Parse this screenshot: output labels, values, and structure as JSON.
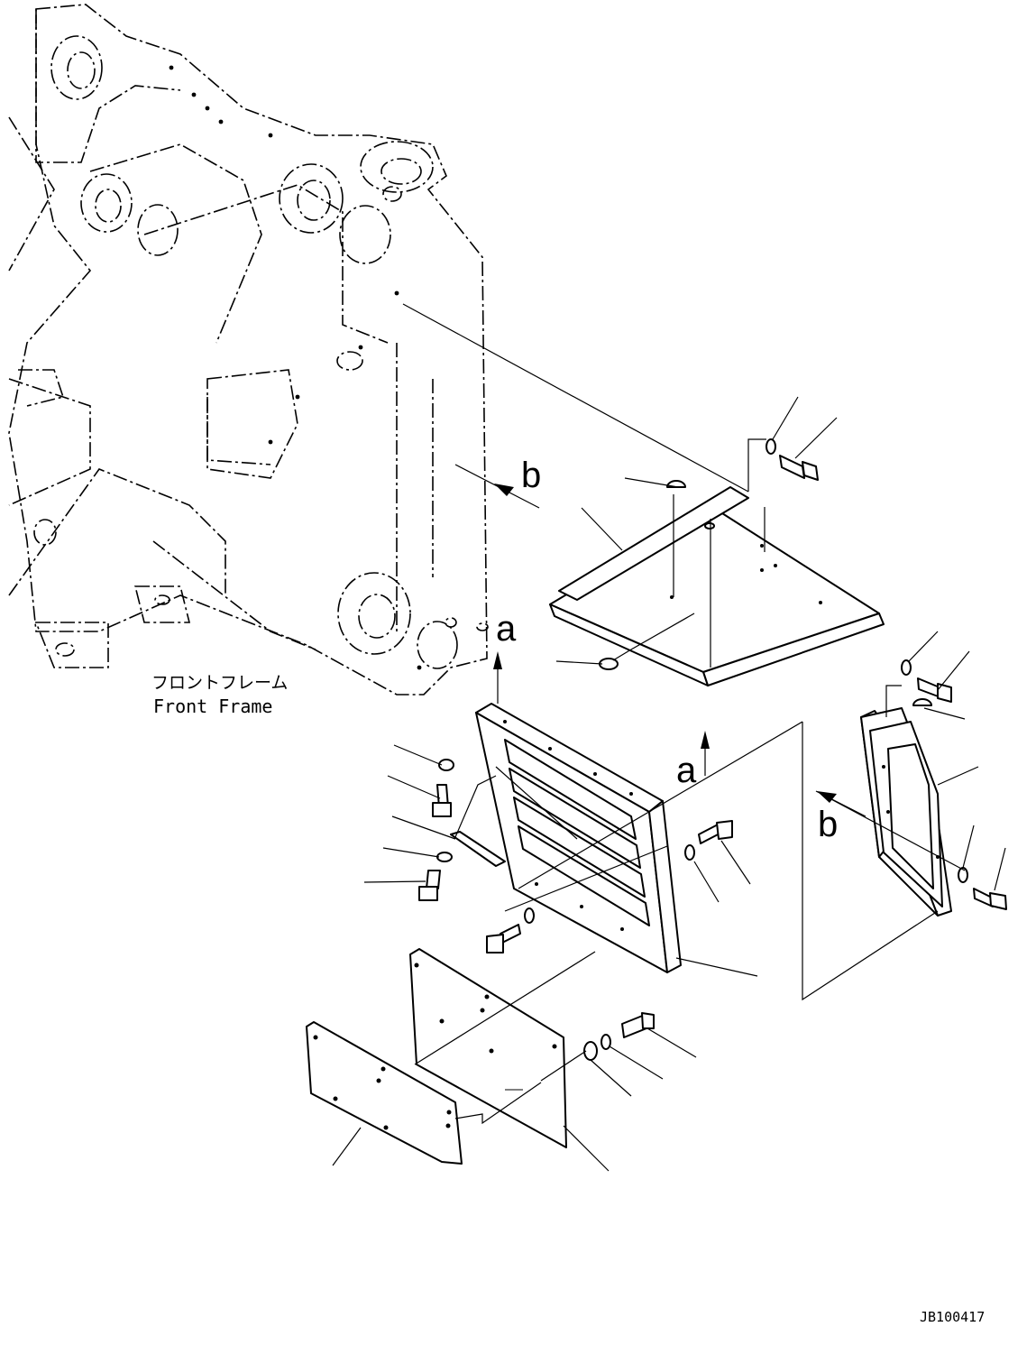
{
  "labels": {
    "frame_jp": "フロントフレーム",
    "frame_en": "Front Frame",
    "drawing_id": "JB100417"
  },
  "arrows": {
    "a": "a",
    "b": "b"
  }
}
